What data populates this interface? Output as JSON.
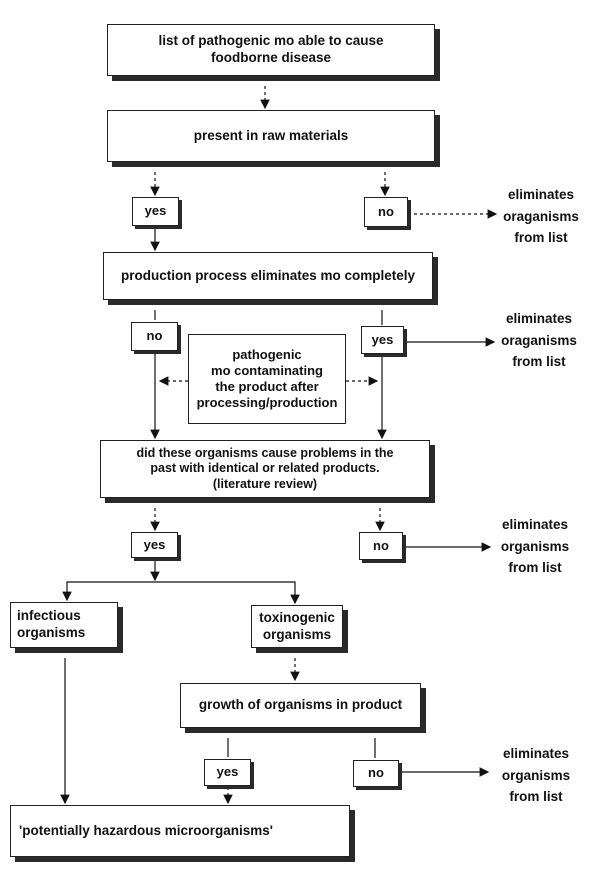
{
  "boxes": {
    "start": "list of pathogenic mo able to cause\nfoodborne disease",
    "raw": "present in raw materials",
    "yes1": "yes",
    "no1": "no",
    "production": "production process eliminates mo completely",
    "no2": "no",
    "yes2": "yes",
    "contamination": "pathogenic\nmo contaminating\nthe product after\nprocessing/production",
    "past": "did these organisms cause problems in the\npast with identical or related products.\n(literature review)",
    "yes3": "yes",
    "no3": "no",
    "infectious": "infectious\norganisms",
    "toxinogenic": "toxinogenic\norganisms",
    "growth": "growth of organisms in product",
    "yes4": "yes",
    "no4": "no",
    "final": "'potentially hazardous microorganisms'"
  },
  "notes": {
    "elim1": "eliminates\noraganisms\nfrom list",
    "elim2": "eliminates\noraganisms\nfrom list",
    "elim3": "eliminates\norganisms\nfrom list",
    "elim4": "eliminates\norganisms\nfrom list"
  }
}
